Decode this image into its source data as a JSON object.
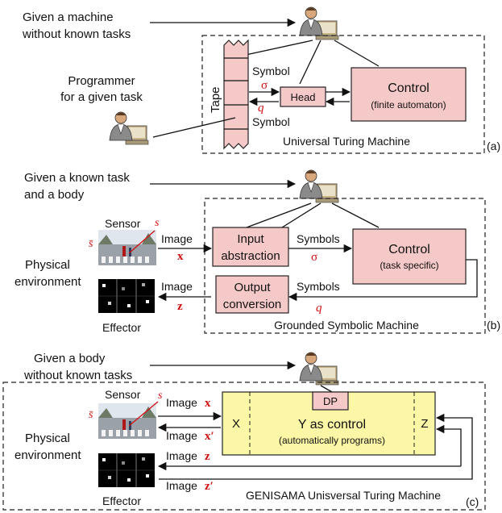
{
  "panel_a": {
    "top_note": "Given a machine without known tasks",
    "programmer_note": "Programmer for a given task",
    "tape_label": "Tape",
    "symbol_top": "Symbol",
    "sigma": "σ",
    "q": "q",
    "symbol_bottom": "Symbol",
    "head": "Head",
    "control_title": "Control",
    "control_sub": "(finite automaton)",
    "caption": "Universal Turing Machine",
    "tag": "(a)"
  },
  "panel_b": {
    "top_note": "Given a known task and a body",
    "sensor": "Sensor",
    "s_label": "s",
    "sbar_label": "s̄",
    "physical_env": "Physical environment",
    "effector": "Effector",
    "image_in": "Image",
    "x": "x",
    "image_out": "Image",
    "z": "z",
    "input_abs": "Input abstraction",
    "output_conv": "Output conversion",
    "symbols_top": "Symbols",
    "sigma": "σ",
    "symbols_bottom": "Symbols",
    "q": "q",
    "control_title": "Control",
    "control_sub": "(task specific)",
    "caption": "Grounded Symbolic Machine",
    "tag": "(b)"
  },
  "panel_c": {
    "top_note": "Given a body without known tasks",
    "sensor": "Sensor",
    "s_label": "s",
    "sbar_label": "s̄",
    "physical_env": "Physical environment",
    "effector": "Effector",
    "image_x": "Image",
    "x": "x",
    "image_xp": "Image",
    "xp": "x′",
    "image_z": "Image",
    "z": "z",
    "image_zp": "Image",
    "zp": "z′",
    "dp": "DP",
    "x_area": "X",
    "y_title": "Y as control",
    "y_sub": "(automatically programs)",
    "z_area": "Z",
    "caption": "GENISAMA Unisversal Turing Machine",
    "tag": "(c)"
  },
  "colors": {
    "pink_box": "#f6c9c9",
    "yellow_box": "#fbf7a6",
    "math_red": "#d01010"
  },
  "icons": [
    "person-at-computer-icon",
    "street-scene-photo",
    "effector-pixel-grid"
  ]
}
